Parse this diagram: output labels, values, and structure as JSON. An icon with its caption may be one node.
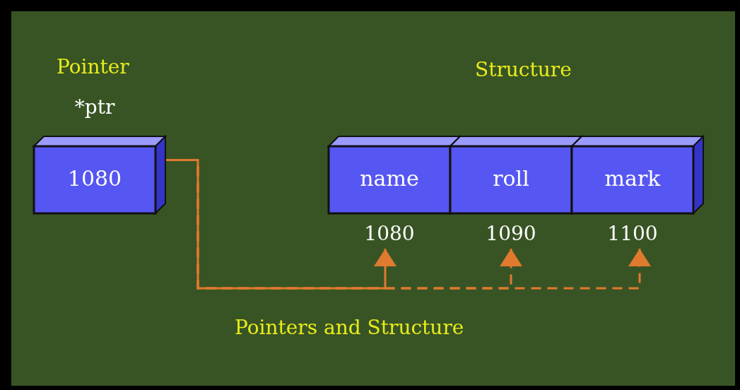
{
  "diagram": {
    "caption": "Pointers and Structure",
    "nodes": [
      {
        "text": [
          "1080"
        ],
        "beside": [
          "*ptr"
        ]
      },
      {
        "text": [
          "name"
        ],
        "beside": [
          "1080"
        ]
      },
      {
        "text": [
          "roll"
        ],
        "beside": [
          "1090"
        ]
      },
      {
        "text": [
          "mark"
        ],
        "beside": [
          "1100"
        ]
      }
    ],
    "edges": [
      {
        "from": 0,
        "to": 1,
        "arrow": "to",
        "color": "#e07a2e"
      },
      {
        "from": 0,
        "to": 2,
        "arrow": "to",
        "style": "dashed",
        "color": "#e07a2e"
      },
      {
        "from": 0,
        "to": 3,
        "arrow": "to",
        "style": "dashed",
        "color": "#e07a2e"
      }
    ],
    "labels": [
      "Pointer",
      "Structure"
    ]
  }
}
